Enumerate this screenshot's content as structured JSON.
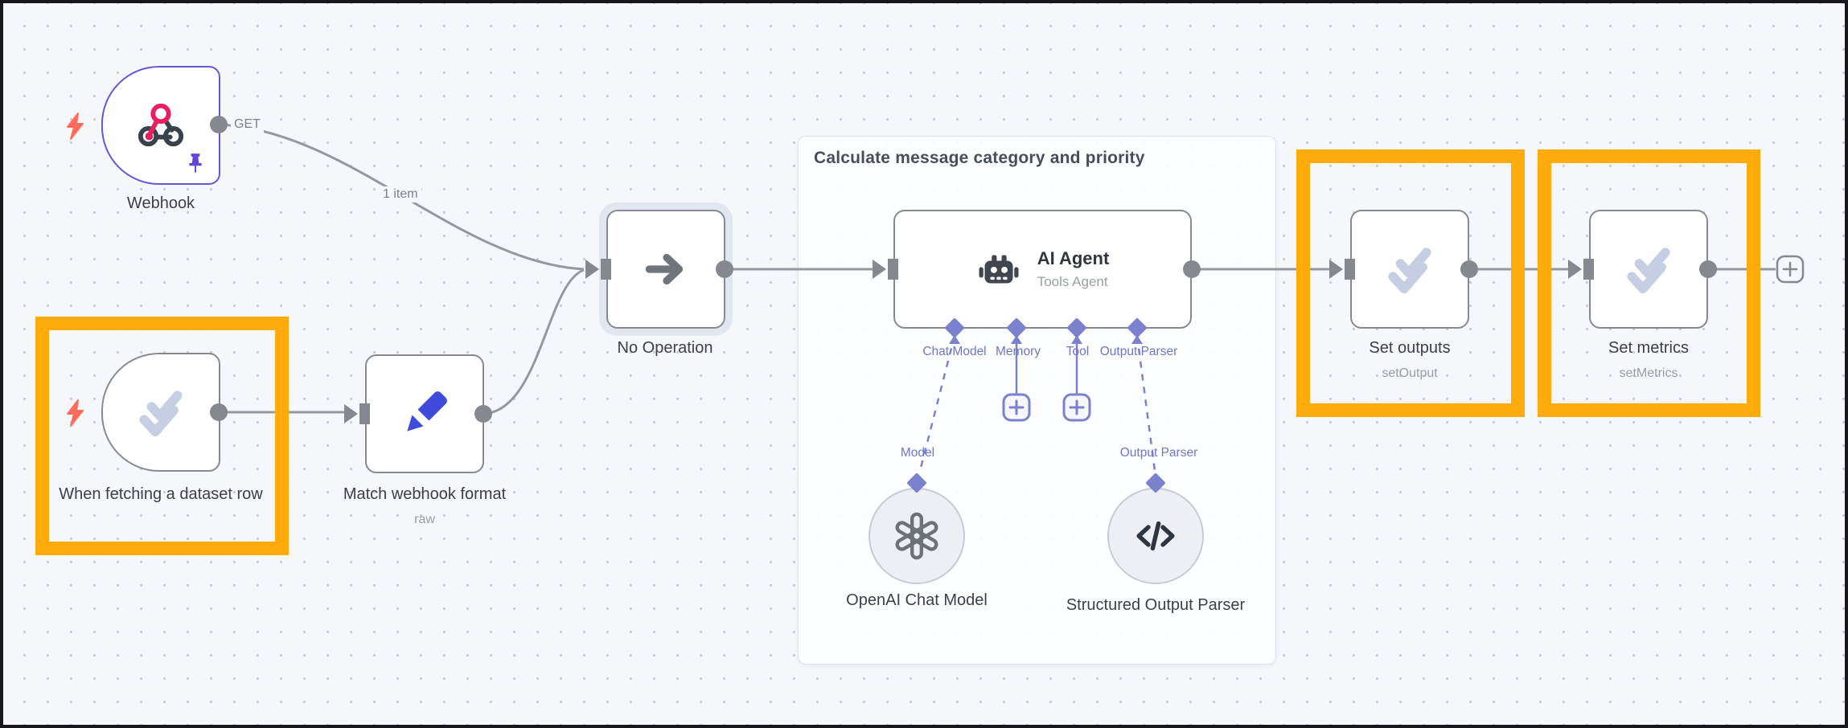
{
  "colors": {
    "canvas_bg": "#f6f7fa",
    "frame_border": "#17171c",
    "annotation_orange": "#ffab0c",
    "connector_purple": "#7b81cc",
    "wire_gray": "#9598a0",
    "node_border_gray": "#878a92",
    "webhook_border_purple": "#6358d5",
    "check_icon_blue_gray": "#c5cee3",
    "pencil_blue": "#3f4bdb",
    "bolt_red": "#ff6c5c",
    "webhook_pink": "#e81f5f",
    "webhook_slate": "#37424d"
  },
  "sticky": {
    "title": "Calculate message category and priority"
  },
  "wire_labels": {
    "get": "GET",
    "one_item": "1 item"
  },
  "nodes": {
    "webhook": {
      "name": "Webhook"
    },
    "dataset_trigger": {
      "name": "When fetching a dataset row"
    },
    "match_format": {
      "name": "Match webhook format",
      "subtitle": "raw"
    },
    "no_operation": {
      "name": "No Operation"
    },
    "ai_agent": {
      "name": "AI Agent",
      "subtitle": "Tools Agent",
      "ports": [
        "Chat Model",
        "Memory",
        "Tool",
        "Output Parser"
      ]
    },
    "openai_model": {
      "name": "OpenAI Chat Model",
      "port": "Model"
    },
    "structured_parser": {
      "name": "Structured Output Parser",
      "port": "Output Parser"
    },
    "set_outputs": {
      "name": "Set outputs",
      "subtitle": "setOutput"
    },
    "set_metrics": {
      "name": "Set metrics",
      "subtitle": "setMetrics"
    }
  }
}
